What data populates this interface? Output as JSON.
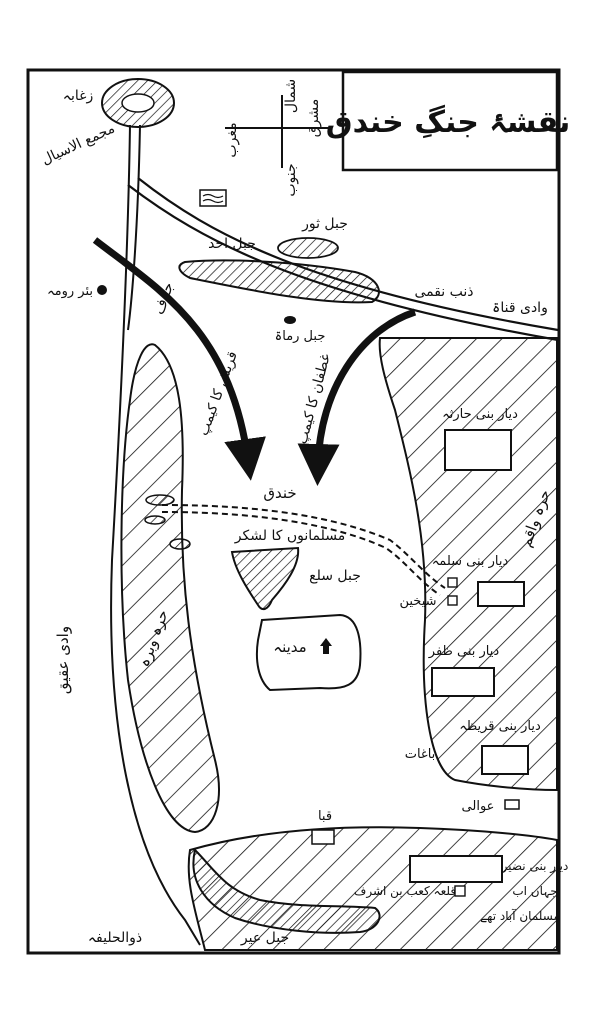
{
  "title": "نقشۂ جنگِ خندق",
  "compass": {
    "north": "شمال",
    "south": "جنوب",
    "east": "مشرق",
    "west": "مغرب"
  },
  "labels": {
    "zaghaba": "زغابہ",
    "majma_al_asyal": "مجمع الاسیال",
    "jabal_thawr": "جبل ثور",
    "jabal_uhud": "جبل احد",
    "bir_ruma": "بئر رومہ",
    "juruf": "جرف",
    "wadi_qanat": "وادی قناۃ",
    "dhanab_naqmi": "ذنب نقمی",
    "jabal_rumat": "جبل رماۃ",
    "quraysh_camp": "قریش کا کیمپ",
    "ghatafan_camp": "غطفان کا کیمپ",
    "diyar_bani_haritha": "دیار بنی حارثہ",
    "harra_waqim": "حرہ واقم",
    "khandaq": "خندق",
    "muslim_army": "مسلمانوں کا لشکر",
    "dar_bani_salima": "دیار بنی سلمہ",
    "harra_wabra": "حرہ وبرہ",
    "jabal_sala": "جبل سلع",
    "shaykhayn": "شیخین",
    "madina": "مدینہ",
    "wadi_aqiq": "وادی عقیق",
    "diyar_bani_zafar": "دیار بنی ظفر",
    "diyar_bani_qurayza": "دیار بنی قریظہ",
    "baghat": "باغات",
    "awali": "عوالی",
    "quba": "قبا",
    "diyar_bani_nadir": "دیار بنی نضیر",
    "jahan_ab_muslims": "جہاں اب",
    "muslims_settled": "مسلمان آباد تھے",
    "qila_kaab": "قلعہ کعب بن اشرف",
    "jabal_ayr": "جبل عیر",
    "dhul_hulayfa": "ذوالحلیفہ"
  }
}
